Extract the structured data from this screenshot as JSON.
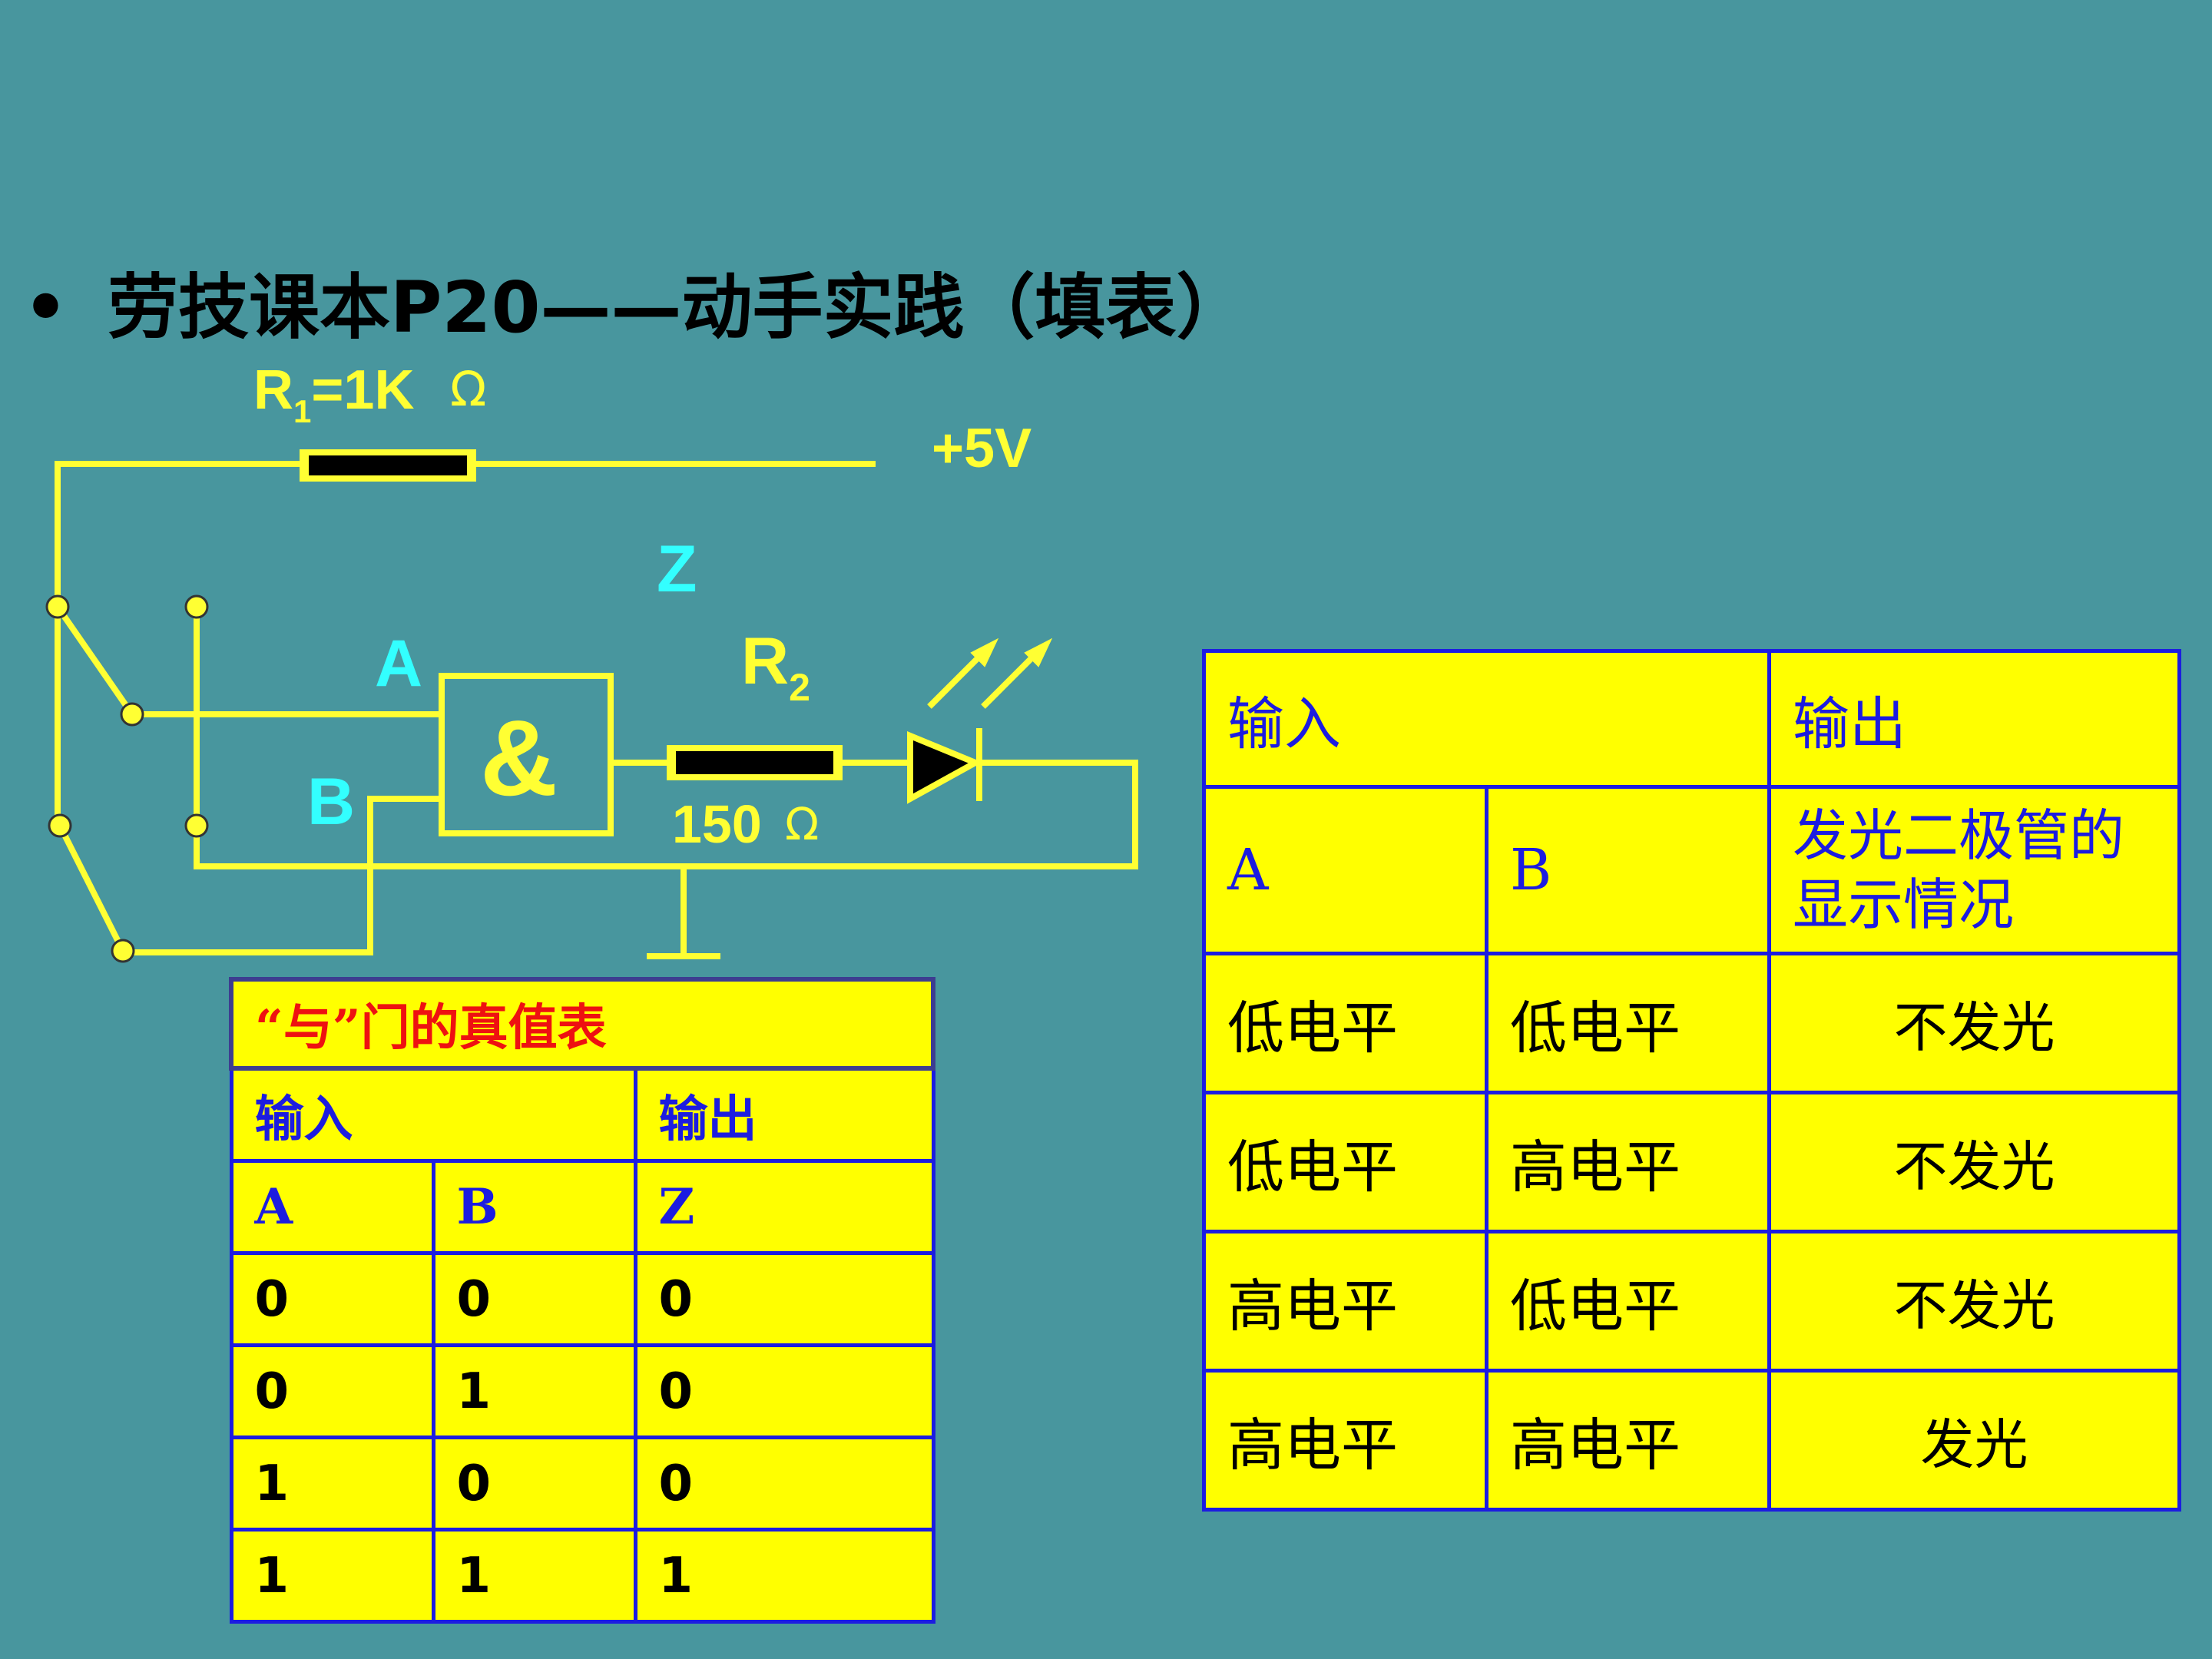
{
  "title": "劳技课本P20——动手实践（填表）",
  "bullet": "•",
  "circuit": {
    "r1_label_r": "R",
    "r1_label_sub": "1",
    "r1_label_val": "=1K",
    "r1_ohm": "Ω",
    "supply": "+5V",
    "z_label": "Z",
    "a_label": "A",
    "b_label": "B",
    "gate_symbol": "&",
    "r2_label_r": "R",
    "r2_label_sub": "2",
    "r2_value": "150",
    "r2_ohm": "Ω",
    "colors": {
      "wire": "#ffff33",
      "label_cyan": "#33ffff",
      "resistor": "#000000"
    }
  },
  "truth_table": {
    "caption": "“与”门的真值表",
    "input_header": "输入",
    "output_header": "输出",
    "columns": [
      "A",
      "B",
      "Z"
    ],
    "rows": [
      [
        "0",
        "0",
        "0"
      ],
      [
        "0",
        "1",
        "0"
      ],
      [
        "1",
        "0",
        "0"
      ],
      [
        "1",
        "1",
        "1"
      ]
    ]
  },
  "led_table": {
    "input_header": "输入",
    "output_header": "输出",
    "col_a": "A",
    "col_b": "B",
    "col_out": "发光二极管的显示情况",
    "rows": [
      [
        "低电平",
        "低电平",
        "不发光"
      ],
      [
        "低电平",
        "高电平",
        "不发光"
      ],
      [
        "高电平",
        "低电平",
        "不发光"
      ],
      [
        "高电平",
        "高电平",
        "发光"
      ]
    ]
  }
}
